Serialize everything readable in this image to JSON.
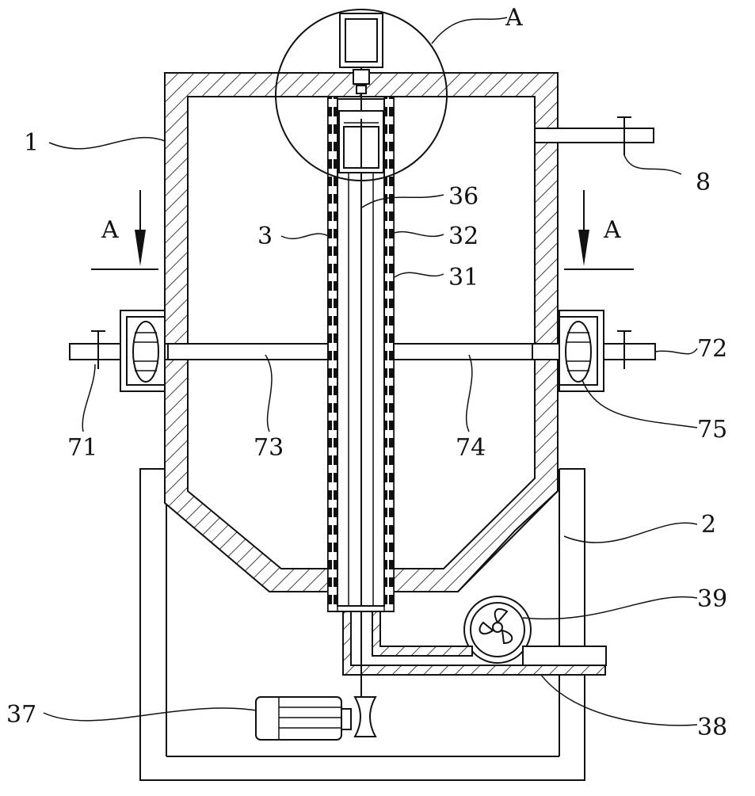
{
  "figure": {
    "labels": {
      "section_top": "A",
      "section_left": "A",
      "section_right": "A",
      "tank": "1",
      "base": "2",
      "shaft": "3",
      "tube_outer": "31",
      "tube_inner": "32",
      "rod": "36",
      "motor": "37",
      "duct": "38",
      "fan": "39",
      "inlet_left": "71",
      "inlet_right": "72",
      "pipe_left": "73",
      "pipe_right": "74",
      "bellows": "75",
      "outlet_pipe": "8"
    }
  }
}
